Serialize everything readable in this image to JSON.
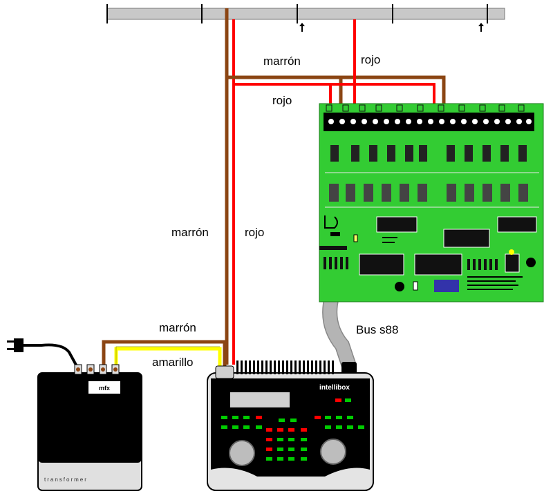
{
  "wires": {
    "track_top_brown": "marrón",
    "track_top_red": "rojo",
    "bus_red": "rojo",
    "vertical_brown": "marrón",
    "vertical_red": "rojo",
    "transformer_brown": "marrón",
    "transformer_yellow": "amarillo",
    "bus_s88": "Bus s88"
  },
  "devices": {
    "transformer_label": "transformer",
    "transformer_brand": "mfx",
    "intellibox_brand": "intellibox"
  },
  "colors": {
    "brown": "#8b4513",
    "red": "#ff0000",
    "yellow": "#ffff00",
    "pcb_green": "#33cc33",
    "rail_gray": "#c8c8c8",
    "bus_gray": "#b4b4b4",
    "led_green": "#00cc00",
    "led_red": "#ff0000"
  },
  "icons": {
    "plug": "power-plug-icon",
    "knob_left": "knob-icon",
    "knob_right": "knob-icon"
  }
}
